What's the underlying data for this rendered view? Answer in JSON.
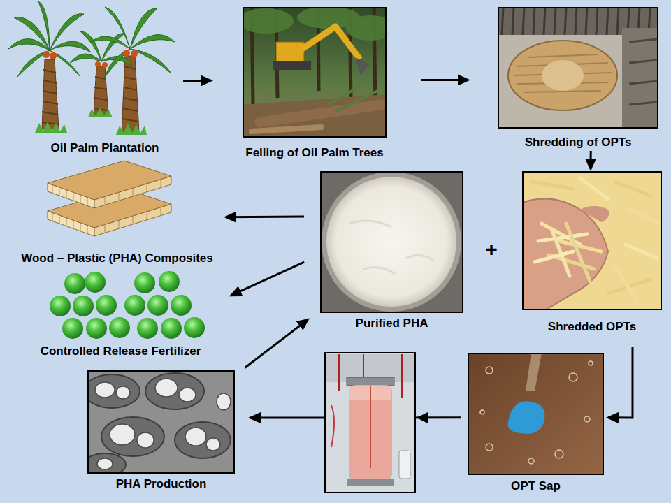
{
  "diagram": {
    "nodes": [
      {
        "text": [
          "Oil Palm Plantation"
        ]
      },
      {
        "text": [
          "Felling of Oil Palm Trees"
        ]
      },
      {
        "text": [
          "Shredding of OPTs"
        ]
      },
      {
        "text": [
          "Shredded OPTs"
        ]
      },
      {
        "text": [
          "OPT Sap"
        ]
      },
      {
        "text": [
          "PHA Production"
        ]
      },
      {
        "text": [
          "Purified PHA"
        ]
      },
      {
        "text": [
          "Wood – Plastic (PHA) Composites"
        ]
      },
      {
        "text": [
          "Controlled Release Fertilizer"
        ]
      }
    ],
    "edges": [
      {
        "from": 0,
        "to": 1,
        "arrow": "to"
      },
      {
        "from": 1,
        "to": 2,
        "arrow": "to"
      },
      {
        "from": 2,
        "to": 3,
        "arrow": "to"
      },
      {
        "from": 3,
        "to": 4,
        "arrow": "to"
      },
      {
        "from": 4,
        "to": 5,
        "arrow": "to"
      },
      {
        "from": 5,
        "to": 6,
        "arrow": "to"
      },
      {
        "from": 6,
        "to": 7,
        "arrow": "to"
      },
      {
        "from": 6,
        "to": 8,
        "arrow": "to"
      }
    ],
    "labels": [
      "+"
    ]
  }
}
